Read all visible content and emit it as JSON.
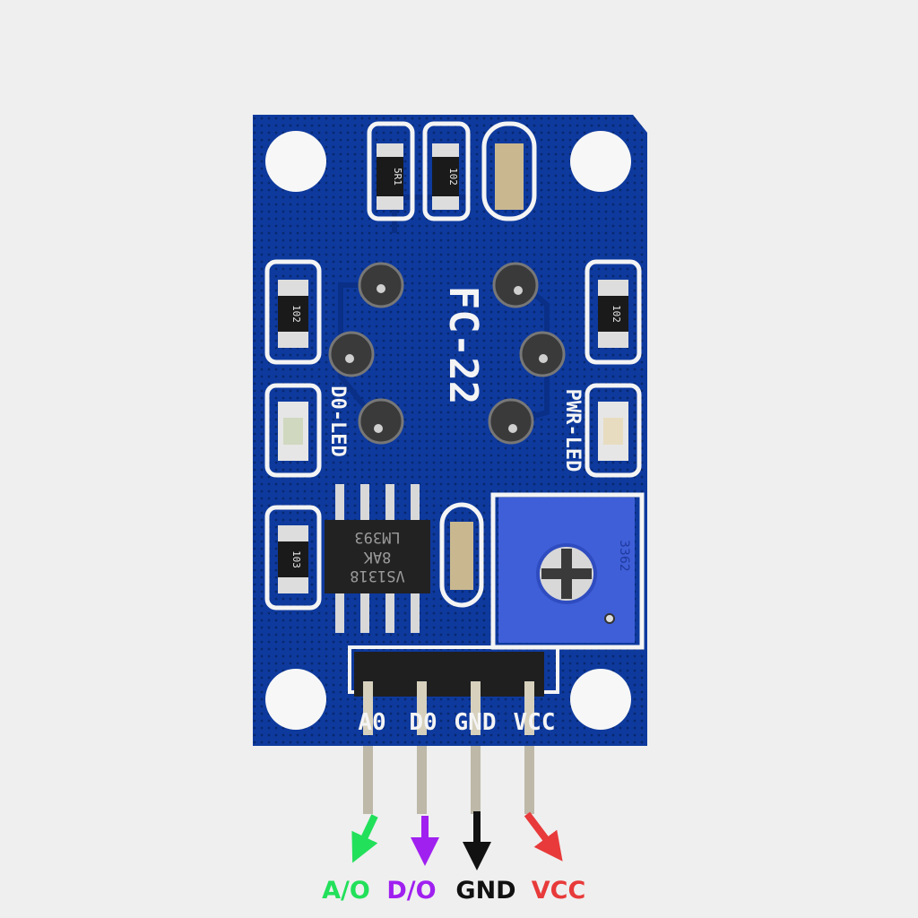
{
  "board": {
    "model": "FC-22",
    "d0_led_label": "D0-LED",
    "pwr_led_label": "PWR-LED",
    "header_silk": [
      "A0",
      "D0",
      "GND",
      "VCC"
    ],
    "resistors": [
      "5R1",
      "102",
      "102",
      "102",
      "103"
    ],
    "chip": {
      "line1": "VS1318",
      "line2": "8AK",
      "line3": "LM393"
    },
    "potentiometer": "3362"
  },
  "pins": [
    {
      "label": "A/O",
      "color": "#22e05a"
    },
    {
      "label": "D/O",
      "color": "#a020f0"
    },
    {
      "label": "GND",
      "color": "#111111"
    },
    {
      "label": "VCC",
      "color": "#e83a3a"
    }
  ],
  "colors": {
    "background": "#efefef",
    "pcb": "#0e3a9e",
    "pot": "#3f5fd8"
  }
}
